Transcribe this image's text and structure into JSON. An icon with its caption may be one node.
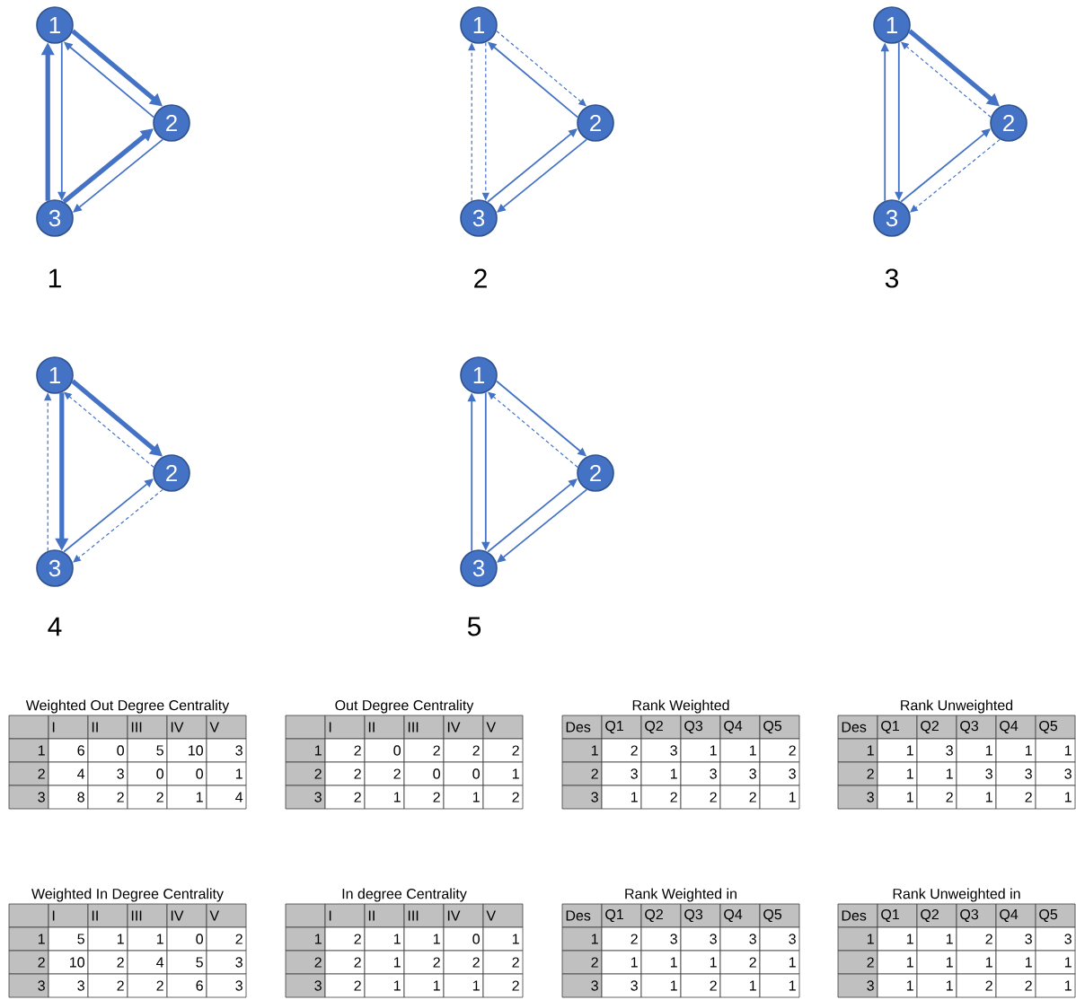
{
  "diagram": {
    "nodes": [
      {
        "text": [
          "1"
        ]
      },
      {
        "text": [
          "2"
        ]
      },
      {
        "text": [
          "3"
        ]
      },
      {
        "text": [
          "1"
        ]
      },
      {
        "text": [
          "2"
        ]
      },
      {
        "text": [
          "3"
        ]
      },
      {
        "text": [
          "1"
        ]
      },
      {
        "text": [
          "2"
        ]
      },
      {
        "text": [
          "3"
        ]
      },
      {
        "text": [
          "1"
        ]
      },
      {
        "text": [
          "2"
        ]
      },
      {
        "text": [
          "3"
        ]
      },
      {
        "text": [
          "1"
        ]
      },
      {
        "text": [
          "2"
        ]
      },
      {
        "text": [
          "3"
        ]
      }
    ],
    "edges": [
      {
        "from": 0,
        "to": 1,
        "arrow": "to",
        "style": "thick"
      },
      {
        "from": 1,
        "to": 0,
        "arrow": "to"
      },
      {
        "from": 0,
        "to": 2,
        "arrow": "to"
      },
      {
        "from": 2,
        "to": 0,
        "arrow": "to",
        "style": "thick"
      },
      {
        "from": 1,
        "to": 2,
        "arrow": "to"
      },
      {
        "from": 2,
        "to": 1,
        "arrow": "to",
        "style": "thick"
      },
      {
        "from": 3,
        "to": 4,
        "arrow": "to",
        "style": "dashed"
      },
      {
        "from": 4,
        "to": 3,
        "arrow": "to"
      },
      {
        "from": 3,
        "to": 5,
        "arrow": "to",
        "style": "dashed"
      },
      {
        "from": 5,
        "to": 3,
        "arrow": "to",
        "style": "dashed"
      },
      {
        "from": 4,
        "to": 5,
        "arrow": "to"
      },
      {
        "from": 5,
        "to": 4,
        "arrow": "to"
      },
      {
        "from": 6,
        "to": 7,
        "arrow": "to",
        "style": "thick"
      },
      {
        "from": 7,
        "to": 6,
        "arrow": "to",
        "style": "dashed"
      },
      {
        "from": 6,
        "to": 8,
        "arrow": "to"
      },
      {
        "from": 8,
        "to": 6,
        "arrow": "to"
      },
      {
        "from": 7,
        "to": 8,
        "arrow": "to",
        "style": "dashed"
      },
      {
        "from": 8,
        "to": 7,
        "arrow": "to"
      },
      {
        "from": 9,
        "to": 10,
        "arrow": "to",
        "style": "thick"
      },
      {
        "from": 10,
        "to": 9,
        "arrow": "to",
        "style": "dashed"
      },
      {
        "from": 9,
        "to": 11,
        "arrow": "to",
        "style": "thick"
      },
      {
        "from": 11,
        "to": 9,
        "arrow": "to",
        "style": "dashed"
      },
      {
        "from": 10,
        "to": 11,
        "arrow": "to",
        "style": "dashed"
      },
      {
        "from": 11,
        "to": 10,
        "arrow": "to"
      },
      {
        "from": 12,
        "to": 13,
        "arrow": "to"
      },
      {
        "from": 13,
        "to": 12,
        "arrow": "to",
        "style": "dashed"
      },
      {
        "from": 12,
        "to": 14,
        "arrow": "to"
      },
      {
        "from": 14,
        "to": 12,
        "arrow": "to"
      },
      {
        "from": 13,
        "to": 14,
        "arrow": "to"
      },
      {
        "from": 14,
        "to": 13,
        "arrow": "to"
      }
    ],
    "labels": [
      "1",
      "2",
      "3",
      "4",
      "5",
      "Weighted Out Degree Centrality",
      "I",
      "II",
      "III",
      "IV",
      "V",
      "1",
      "6",
      "0",
      "5",
      "10",
      "3",
      "2",
      "4",
      "3",
      "0",
      "0",
      "1",
      "3",
      "8",
      "2",
      "2",
      "1",
      "4",
      "Out Degree Centrality",
      "I",
      "II",
      "III",
      "IV",
      "V",
      "1",
      "2",
      "0",
      "2",
      "2",
      "2",
      "2",
      "2",
      "2",
      "0",
      "0",
      "1",
      "3",
      "2",
      "1",
      "2",
      "1",
      "2",
      "Rank Weighted",
      "Des",
      "Q1",
      "Q2",
      "Q3",
      "Q4",
      "Q5",
      "1",
      "2",
      "3",
      "1",
      "1",
      "2",
      "2",
      "3",
      "1",
      "3",
      "3",
      "3",
      "3",
      "1",
      "2",
      "2",
      "2",
      "1",
      "Rank Unweighted",
      "Des",
      "Q1",
      "Q2",
      "Q3",
      "Q4",
      "Q5",
      "1",
      "1",
      "3",
      "1",
      "1",
      "1",
      "2",
      "1",
      "1",
      "3",
      "3",
      "3",
      "3",
      "1",
      "2",
      "1",
      "2",
      "1",
      "Weighted In Degree Centrality",
      "I",
      "II",
      "III",
      "IV",
      "V",
      "1",
      "5",
      "1",
      "1",
      "0",
      "2",
      "2",
      "10",
      "2",
      "4",
      "5",
      "3",
      "3",
      "3",
      "2",
      "2",
      "6",
      "3",
      "In degree Centrality",
      "I",
      "II",
      "III",
      "IV",
      "V",
      "1",
      "2",
      "1",
      "1",
      "0",
      "1",
      "2",
      "2",
      "1",
      "2",
      "2",
      "2",
      "3",
      "2",
      "1",
      "1",
      "1",
      "2",
      "Rank Weighted in",
      "Des",
      "Q1",
      "Q2",
      "Q3",
      "Q4",
      "Q5",
      "1",
      "2",
      "3",
      "3",
      "3",
      "3",
      "2",
      "1",
      "1",
      "1",
      "2",
      "1",
      "3",
      "3",
      "1",
      "2",
      "1",
      "1",
      "Rank Unweighted in",
      "Des",
      "Q1",
      "Q2",
      "Q3",
      "Q4",
      "Q5",
      "1",
      "1",
      "1",
      "2",
      "3",
      "3",
      "2",
      "1",
      "1",
      "1",
      "1",
      "1",
      "3",
      "1",
      "1",
      "2",
      "2",
      "1"
    ]
  }
}
